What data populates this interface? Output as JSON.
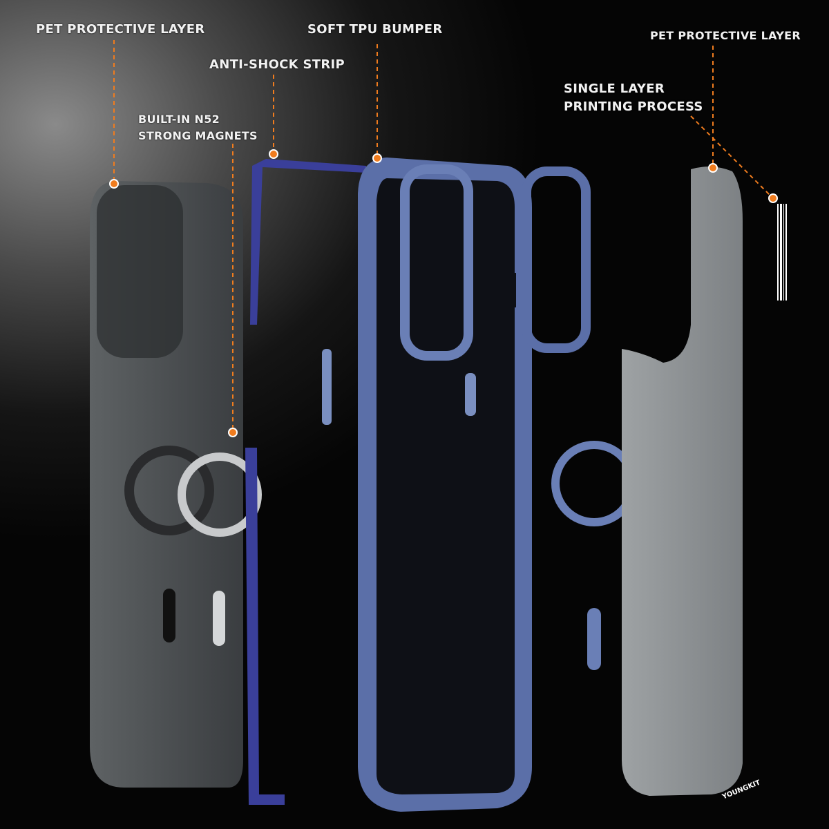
{
  "labels": {
    "pet_left": "PET PROTECTIVE LAYER",
    "anti_shock": "ANTI-SHOCK STRIP",
    "soft_tpu": "SOFT TPU BUMPER",
    "magnets_line1": "BUILT-IN N52",
    "magnets_line2": "STRONG MAGNETS",
    "pet_right": "PET PROTECTIVE LAYER",
    "printing_line1": "SINGLE LAYER",
    "printing_line2": "PRINTING PROCESS"
  },
  "brand": "YOUNGKIT",
  "colors": {
    "accent": "#f07c1e",
    "bumper": "#5b6fa8",
    "strip": "#3a3f9a",
    "shell": "#8f9396"
  }
}
